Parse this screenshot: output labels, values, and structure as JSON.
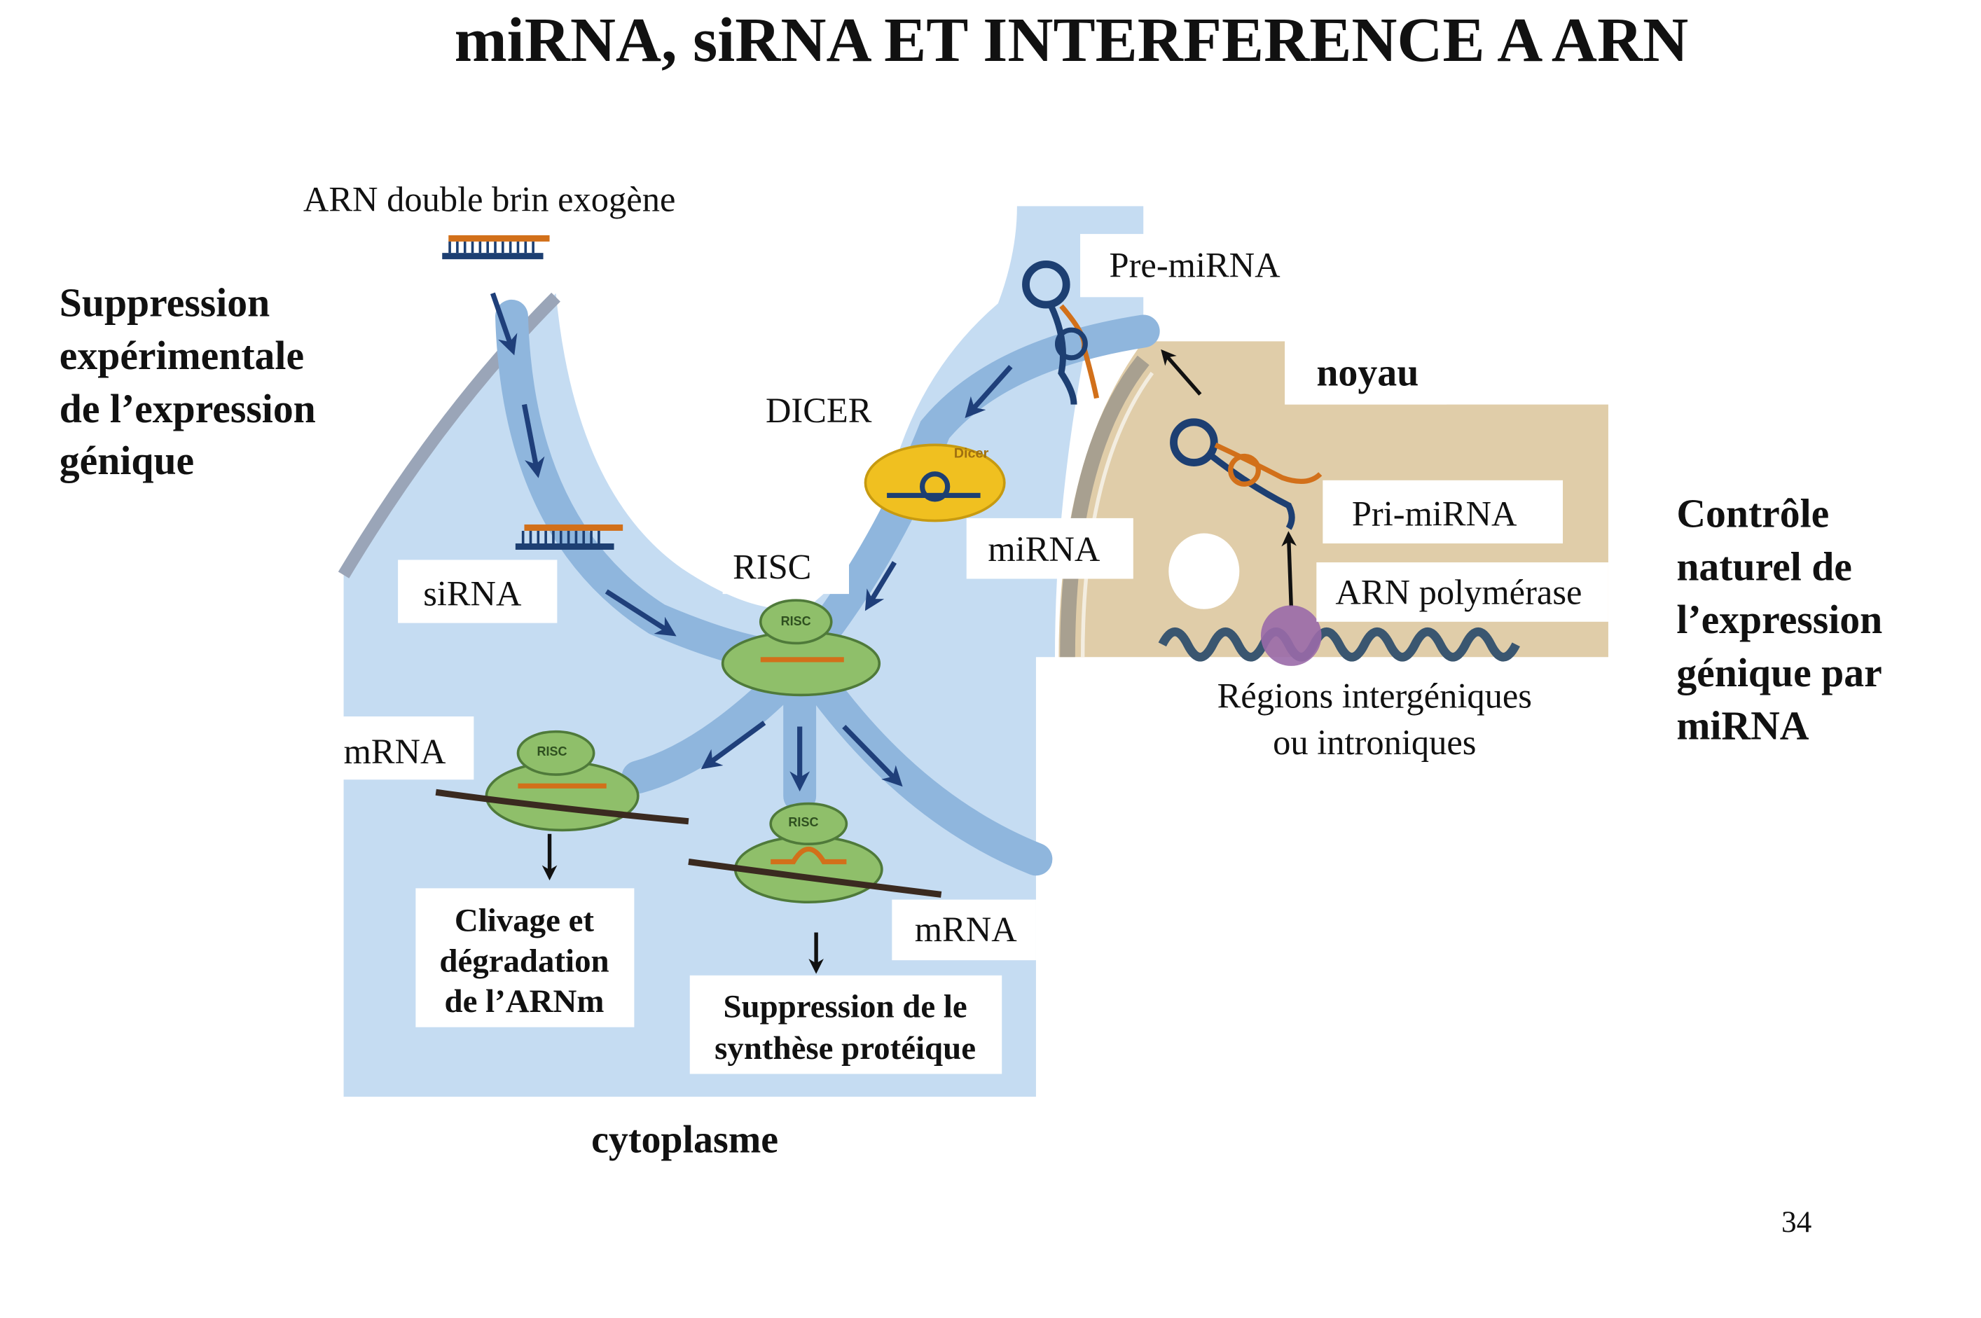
{
  "title": "miRNA, siRNA ET INTERFERENCE A ARN",
  "left_caption": [
    "Suppression",
    "expérimentale",
    "de l’expression",
    "génique"
  ],
  "right_caption": [
    "Contrôle",
    "naturel de",
    "l’expression",
    "génique par",
    "miRNA"
  ],
  "labels": {
    "exogenous_dsrna": "ARN double brin exogène",
    "pre_mirna": "Pre-miRNA",
    "nucleus": "noyau",
    "dicer": "DICER",
    "dicer_glyph": "Dicer",
    "mirna": "miRNA",
    "risc": "RISC",
    "risc_glyph": "RISC",
    "sirna": "siRNA",
    "pri_mirna": "Pri-miRNA",
    "rna_polymerase": "ARN polymérase",
    "regions": [
      "Régions intergéniques",
      "ou introniques"
    ],
    "mrna_left": "mRNA",
    "mrna_right": "mRNA",
    "cleavage": [
      "Clivage et",
      "dégradation",
      "de l’ARNm"
    ],
    "suppression": [
      "Suppression de le",
      "synthèse protéique"
    ],
    "cytoplasm": "cytoplasme"
  },
  "page_number": "34",
  "colors": {
    "cytoplasm": "#c5dcf2",
    "pathway": "#8fb6dd",
    "arrow": "#1f3f7a",
    "nucleus": "#e0cda9",
    "membrane": "#a8a090",
    "risc": "#8fbf6a",
    "dicer": "#f0c020",
    "rna_orange": "#d2701a",
    "rna_blue": "#1d3f72"
  }
}
